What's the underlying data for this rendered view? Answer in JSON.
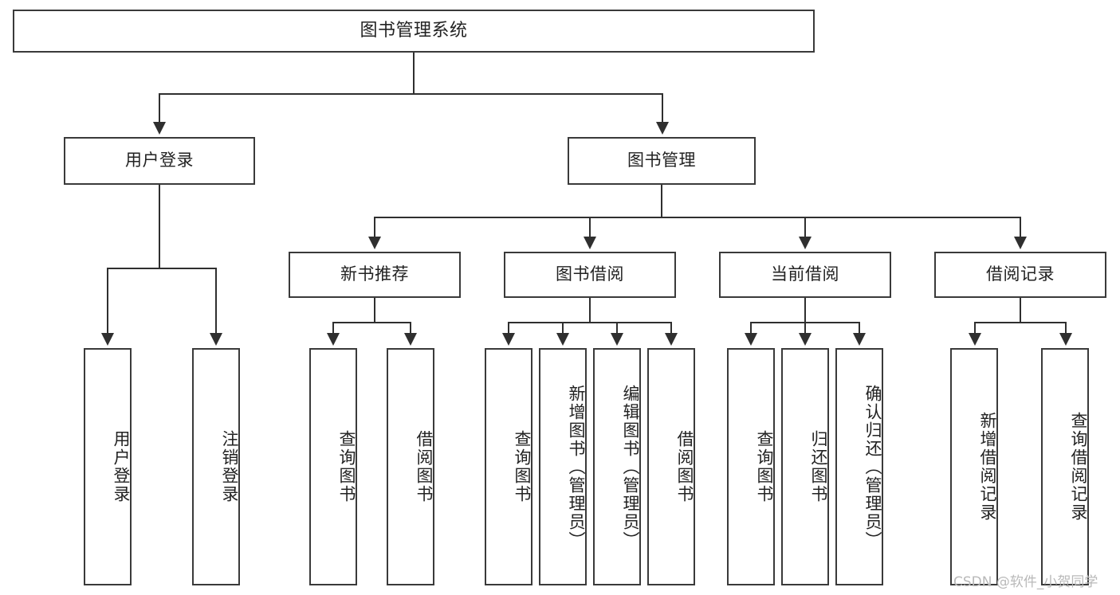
{
  "diagram": {
    "title": "图书管理系统",
    "type": "hierarchy-tree",
    "root": {
      "label": "图书管理系统"
    },
    "level2": [
      {
        "label": "用户登录"
      },
      {
        "label": "图书管理"
      }
    ],
    "level3": [
      {
        "label": "新书推荐",
        "parent": "图书管理"
      },
      {
        "label": "图书借阅",
        "parent": "图书管理"
      },
      {
        "label": "当前借阅",
        "parent": "图书管理"
      },
      {
        "label": "借阅记录",
        "parent": "图书管理"
      }
    ],
    "leaves": {
      "user_login": [
        {
          "label": "用户登录"
        },
        {
          "label": "注销登录"
        }
      ],
      "new_book_recommend": [
        {
          "label": "查询图书"
        },
        {
          "label": "借阅图书"
        }
      ],
      "book_borrow": [
        {
          "label": "查询图书"
        },
        {
          "label": "新增图书（管理员）"
        },
        {
          "label": "编辑图书（管理员）"
        },
        {
          "label": "借阅图书"
        }
      ],
      "current_borrow": [
        {
          "label": "查询图书"
        },
        {
          "label": "归还图书"
        },
        {
          "label": "确认归还（管理员）"
        }
      ],
      "borrow_record": [
        {
          "label": "新增借阅记录"
        },
        {
          "label": "查询借阅记录"
        }
      ]
    }
  },
  "watermark": {
    "text": "CSDN @软件_小贺同学"
  },
  "colors": {
    "border": "#3a3a3a",
    "line": "#2f2f2f",
    "text": "#222222",
    "watermark": "#b9b9b9",
    "background": "#ffffff"
  }
}
